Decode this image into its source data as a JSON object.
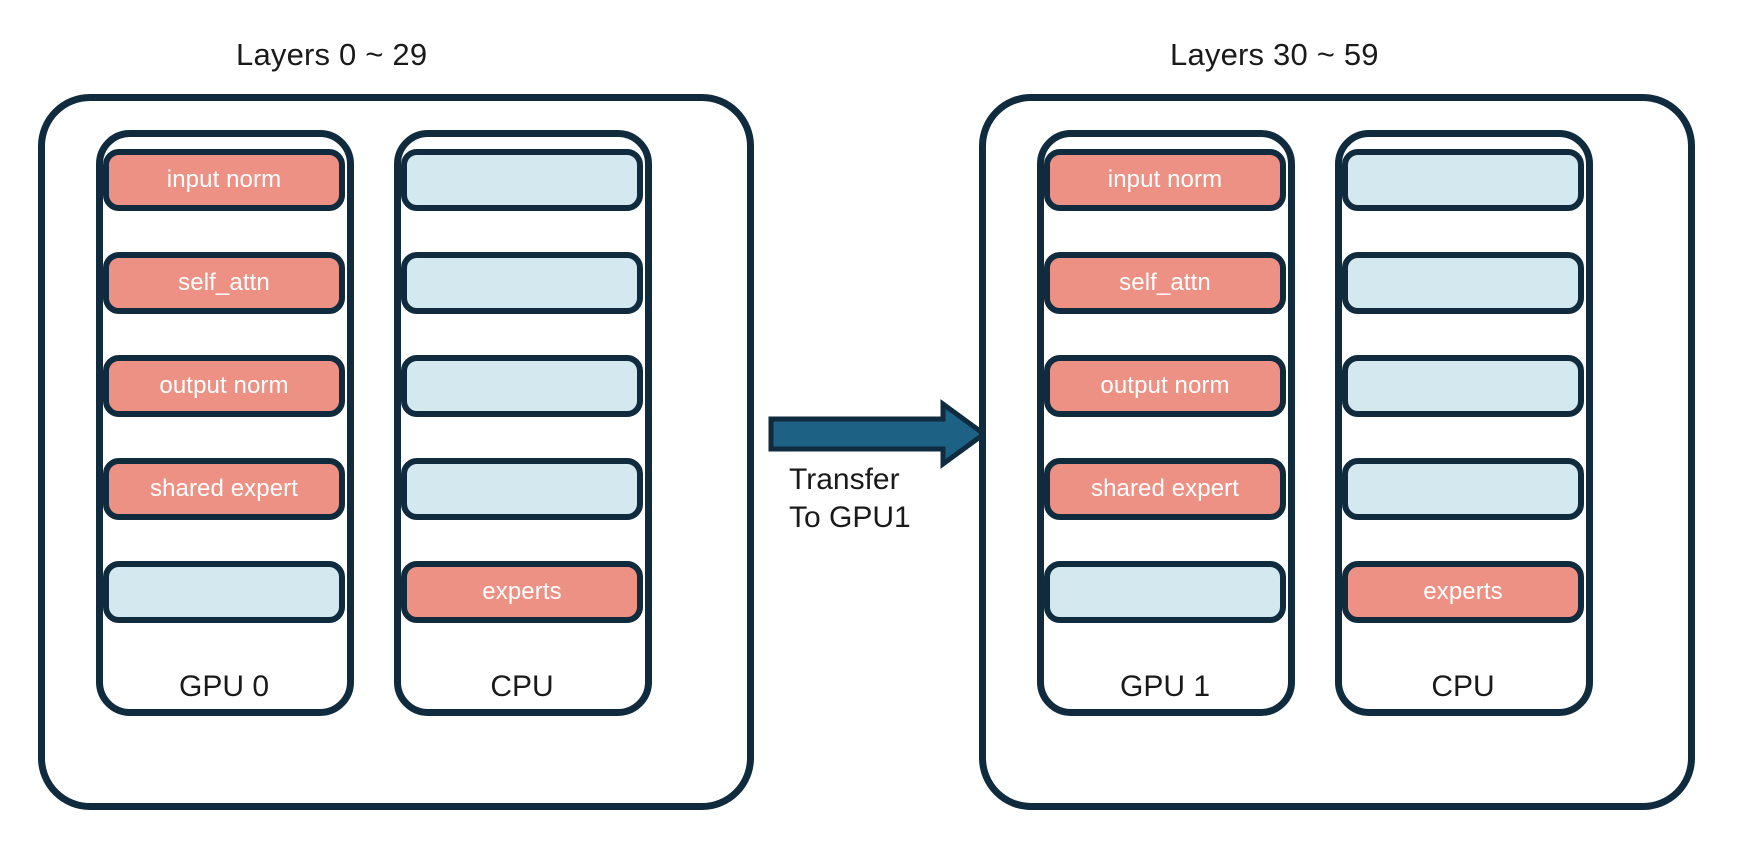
{
  "diagram": {
    "title_left": "Layers 0 ~ 29",
    "title_right": "Layers 30 ~ 59",
    "transfer_label_line1": "Transfer",
    "transfer_label_line2": "To GPU1",
    "colors": {
      "active_block": "#ed9184",
      "inactive_block": "#d3e8ef",
      "outline": "#0f2b3d",
      "transfer_arrow": "#1d6184",
      "background": "#ffffff",
      "text_dark": "#1a1a1a",
      "text_on_block": "#ffffff"
    }
  },
  "panels": [
    {
      "id": "panel-left",
      "title": "Layers 0 ~ 29",
      "columns": [
        {
          "id": "gpu0",
          "label": "GPU 0",
          "blocks": [
            {
              "label": "input norm",
              "kind": "active"
            },
            {
              "label": "self_attn",
              "kind": "active"
            },
            {
              "label": "output norm",
              "kind": "active"
            },
            {
              "label": "shared expert",
              "kind": "active"
            },
            {
              "label": "",
              "kind": "inactive"
            }
          ]
        },
        {
          "id": "cpu0",
          "label": "CPU",
          "blocks": [
            {
              "label": "",
              "kind": "inactive"
            },
            {
              "label": "",
              "kind": "inactive"
            },
            {
              "label": "",
              "kind": "inactive"
            },
            {
              "label": "",
              "kind": "inactive"
            },
            {
              "label": "experts",
              "kind": "active"
            }
          ]
        }
      ]
    },
    {
      "id": "panel-right",
      "title": "Layers 30 ~ 59",
      "columns": [
        {
          "id": "gpu1",
          "label": "GPU 1",
          "blocks": [
            {
              "label": "input norm",
              "kind": "active"
            },
            {
              "label": "self_attn",
              "kind": "active"
            },
            {
              "label": "output norm",
              "kind": "active"
            },
            {
              "label": "shared expert",
              "kind": "active"
            },
            {
              "label": "",
              "kind": "inactive"
            }
          ]
        },
        {
          "id": "cpu1",
          "label": "CPU",
          "blocks": [
            {
              "label": "",
              "kind": "inactive"
            },
            {
              "label": "",
              "kind": "inactive"
            },
            {
              "label": "",
              "kind": "inactive"
            },
            {
              "label": "",
              "kind": "inactive"
            },
            {
              "label": "experts",
              "kind": "active"
            }
          ]
        }
      ]
    }
  ]
}
